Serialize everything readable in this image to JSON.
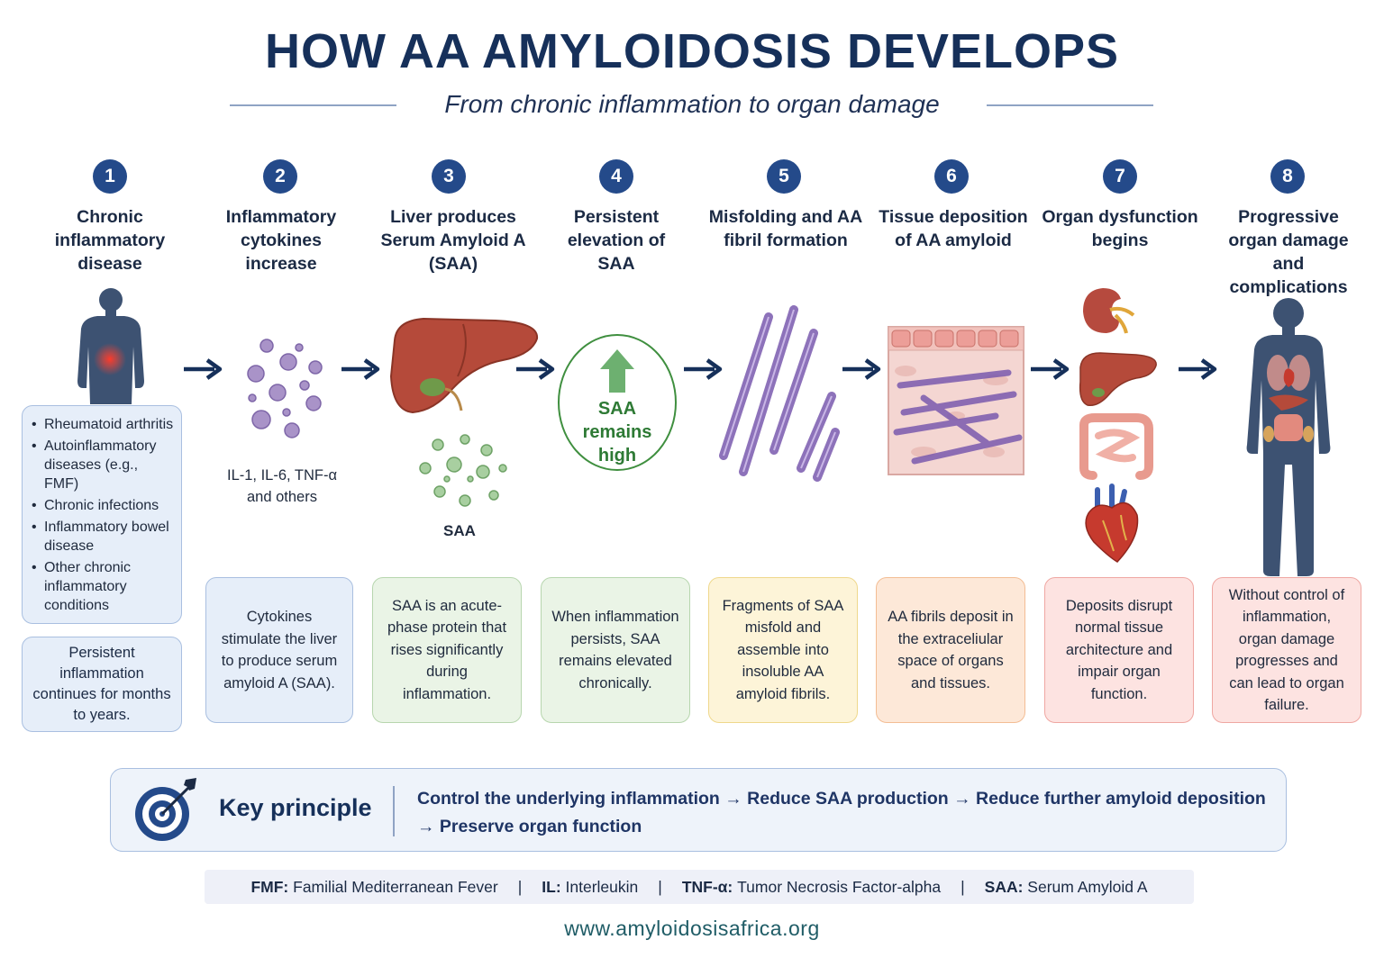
{
  "title": "HOW AA AMYLOIDOSIS DEVELOPS",
  "subtitle": "From chronic inflammation to organ damage",
  "steps": [
    {
      "num": "1",
      "title": "Chronic inflammatory disease"
    },
    {
      "num": "2",
      "title": "Inflammatory cytokines increase"
    },
    {
      "num": "3",
      "title": "Liver produces Serum Amyloid A (SAA)"
    },
    {
      "num": "4",
      "title": "Persistent elevation of SAA"
    },
    {
      "num": "5",
      "title": "Misfolding and AA fibril formation"
    },
    {
      "num": "6",
      "title": "Tissue deposition of AA amyloid"
    },
    {
      "num": "7",
      "title": "Organ dysfunction begins"
    },
    {
      "num": "8",
      "title": "Progressive organ damage and complications"
    }
  ],
  "causes": [
    "Rheumatoid arthritis",
    "Autoinflammatory diseases (e.g., FMF)",
    "Chronic infections",
    "Inflammatory bowel disease",
    "Other chronic inflammatory conditions"
  ],
  "persistent_note": "Persistent inflammation continues for months to years.",
  "cytokine_caption": "IL-1, IL-6, TNF-α and others",
  "saa_caption": "SAA",
  "saa_high_label": "SAA remains high",
  "descriptions": [
    "Cytokines stimulate the liver to produce serum amyloid A (SAA).",
    "SAA is an acute-phase protein that rises significantly during inflammation.",
    "When inflammation persists, SAA remains elevated chronically.",
    "Fragments of SAA misfold and assemble into insoluble AA amyloid fibrils.",
    "AA fibrils deposit in the extraceliular space of organs and tissues.",
    "Deposits disrupt normal tissue architecture and impair organ function.",
    "Without control of inflammation, organ damage progresses and can lead to organ failure."
  ],
  "key_principle": {
    "label": "Key principle",
    "text": "Control the underlying inflammation → Reduce SAA production → Reduce further amyloid deposition → Preserve organ function"
  },
  "abbreviations": [
    {
      "abbr": "FMF:",
      "full": "Familial Mediterranean Fever"
    },
    {
      "abbr": "IL:",
      "full": "Interleukin"
    },
    {
      "abbr": "TNF-α:",
      "full": "Tumor Necrosis Factor-alpha"
    },
    {
      "abbr": "SAA:",
      "full": "Serum Amyloid A"
    }
  ],
  "abbr_separator": "|",
  "website": "www.amyloidosisafrica.org",
  "colors": {
    "navy": "#16305a",
    "step_circle": "#244a8a",
    "blue_box": "#e6eef9",
    "green_box": "#eaf4e6",
    "yellow_box": "#fdf4d8",
    "orange_box": "#fde8d8",
    "red_box": "#fde3e1",
    "fibril": "#8a6ab8",
    "liver": "#b54a3a"
  }
}
